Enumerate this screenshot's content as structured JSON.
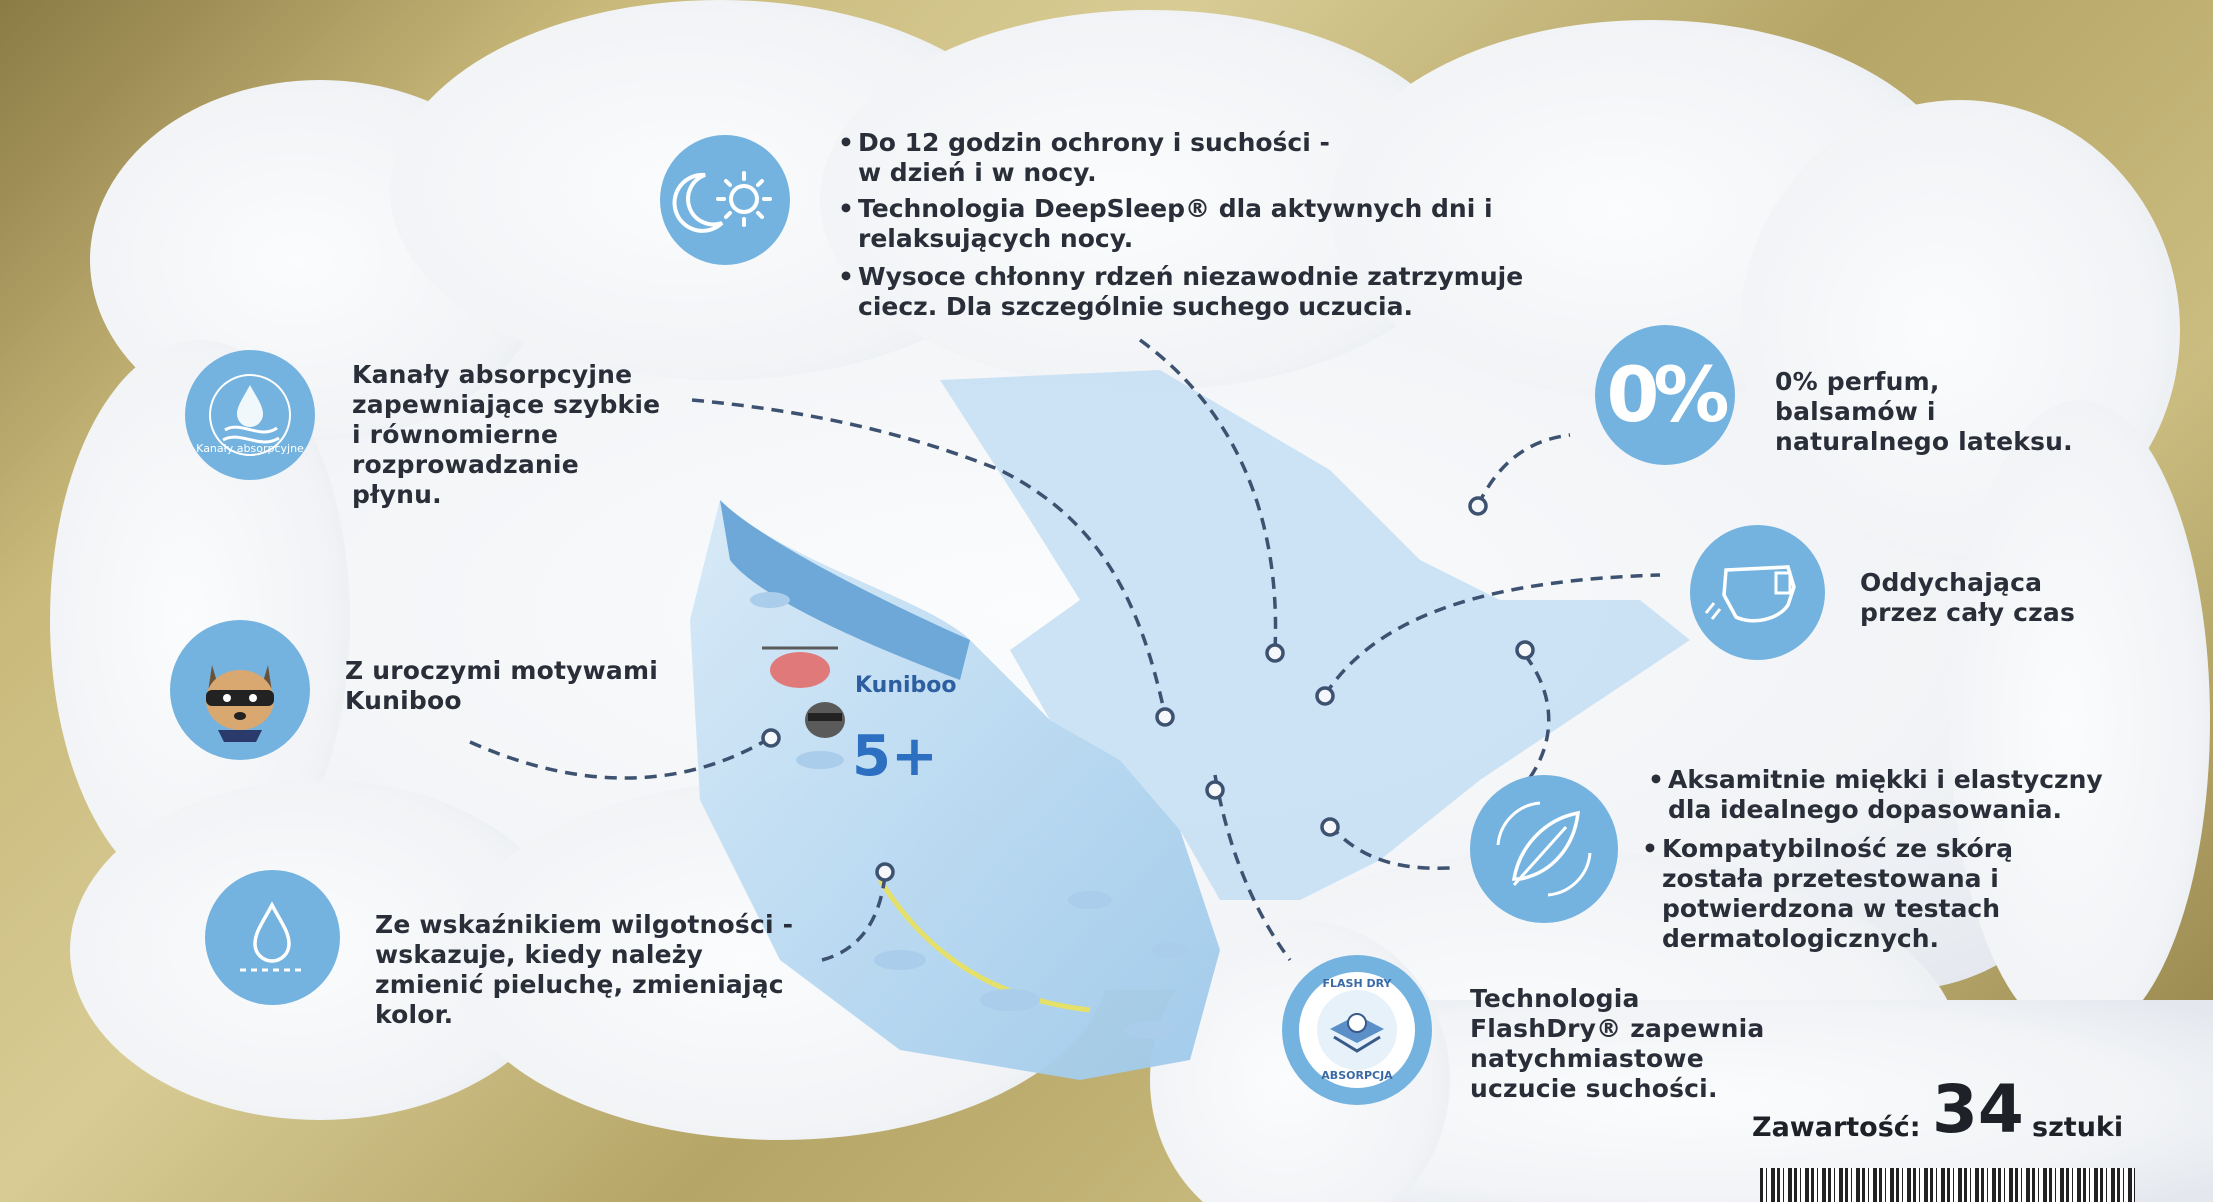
{
  "features": {
    "day_night": {
      "bullets": [
        "Do 12 godzin ochrony i suchości - w dzień i w nocy.",
        "Technologia DeepSleep® dla aktywnych dni i relaksujących nocy.",
        "Wysoce chłonny rdzeń niezawodnie zatrzymuje ciecz. Dla szczególnie suchego uczucia."
      ]
    },
    "channels": {
      "icon_label": "Kanały absorpcyjne",
      "text": "Kanały absorpcyjne zapewniające szybkie i równomierne rozprowadzanie płynu."
    },
    "motifs": {
      "text": "Z uroczymi motywami Kuniboo"
    },
    "wetness": {
      "text": "Ze wskaźnikiem wilgotności - wskazuje, kiedy należy zmienić pieluchę, zmieniając kolor."
    },
    "zero": {
      "icon_text": "0%",
      "text": "0% perfum, balsamów i naturalnego lateksu."
    },
    "breathable": {
      "text": "Oddychająca przez cały czas"
    },
    "soft": {
      "bullets": [
        "Aksamitnie miękki i elastyczny dla idealnego dopasowania.",
        "Kompatybilność ze skórą została przetestowana i potwierdzona w testach dermatologicznych."
      ]
    },
    "flashdry": {
      "icon_top": "FLASH DRY",
      "icon_bottom": "ABSORPCJA",
      "text": "Technologia FlashDry® zapewnia natychmiastowe uczucie suchości."
    }
  },
  "diaper": {
    "brand": "Kuniboo",
    "size": "5+"
  },
  "contents": {
    "label": "Zawartość:",
    "count": "34",
    "unit": "sztuki"
  },
  "colors": {
    "icon_blue": "#74b3df",
    "text": "#2a2e38",
    "cloud": "#f7f8fa",
    "line": "#3c5270"
  }
}
